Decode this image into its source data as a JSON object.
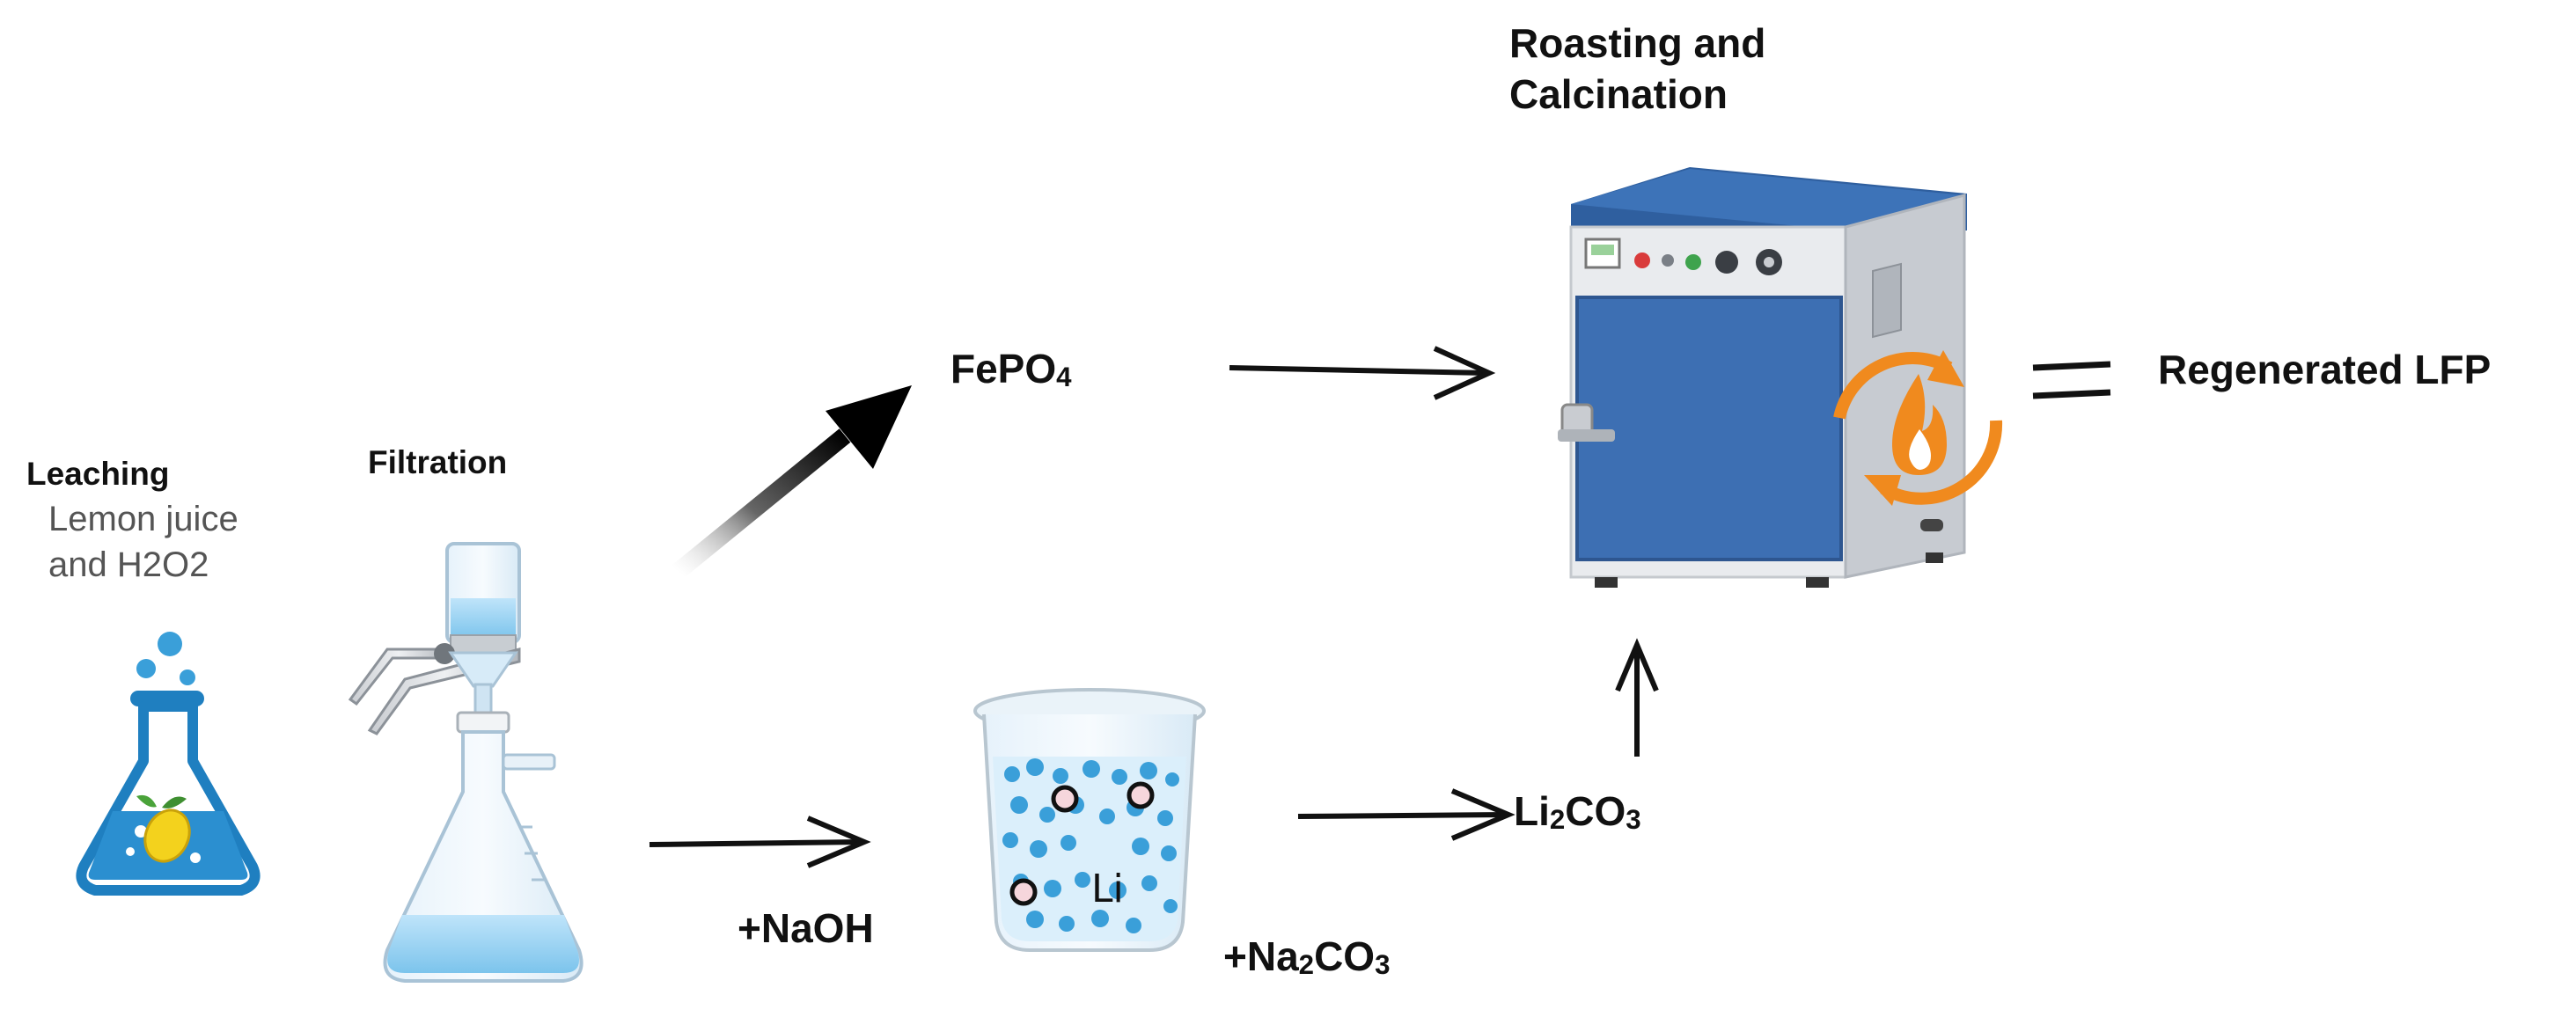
{
  "labels": {
    "leaching": "Leaching",
    "leaching_agent_line1": "Lemon juice",
    "leaching_agent_line2": "and H2O2",
    "filtration": "Filtration",
    "fepo4": {
      "main": "FePO",
      "sub": "4"
    },
    "naoh": "+NaOH",
    "na2co3": {
      "a": "+Na",
      "b": "2",
      "c": "CO",
      "d": "3"
    },
    "li2co3": {
      "a": "Li",
      "b": "2",
      "c": "CO",
      "d": "3"
    },
    "beaker_li": "Li",
    "roasting_line1": "Roasting and",
    "roasting_line2": "Calcination",
    "equals": "=",
    "regenerated": "Regenerated LFP"
  },
  "icons": {
    "flask": "erlenmeyer-flask-icon",
    "lemon": "lemon-icon",
    "filtration": "vacuum-filtration-apparatus-icon",
    "beaker": "beaker-icon",
    "furnace": "muffle-furnace-icon",
    "flame": "flame-icon",
    "cycle": "circular-arrows-icon"
  },
  "colors": {
    "text": "#111111",
    "liquid_blue": "#3a9fd9",
    "furnace_blue": "#3d6fb3",
    "flame_orange": "#f08a1e"
  }
}
